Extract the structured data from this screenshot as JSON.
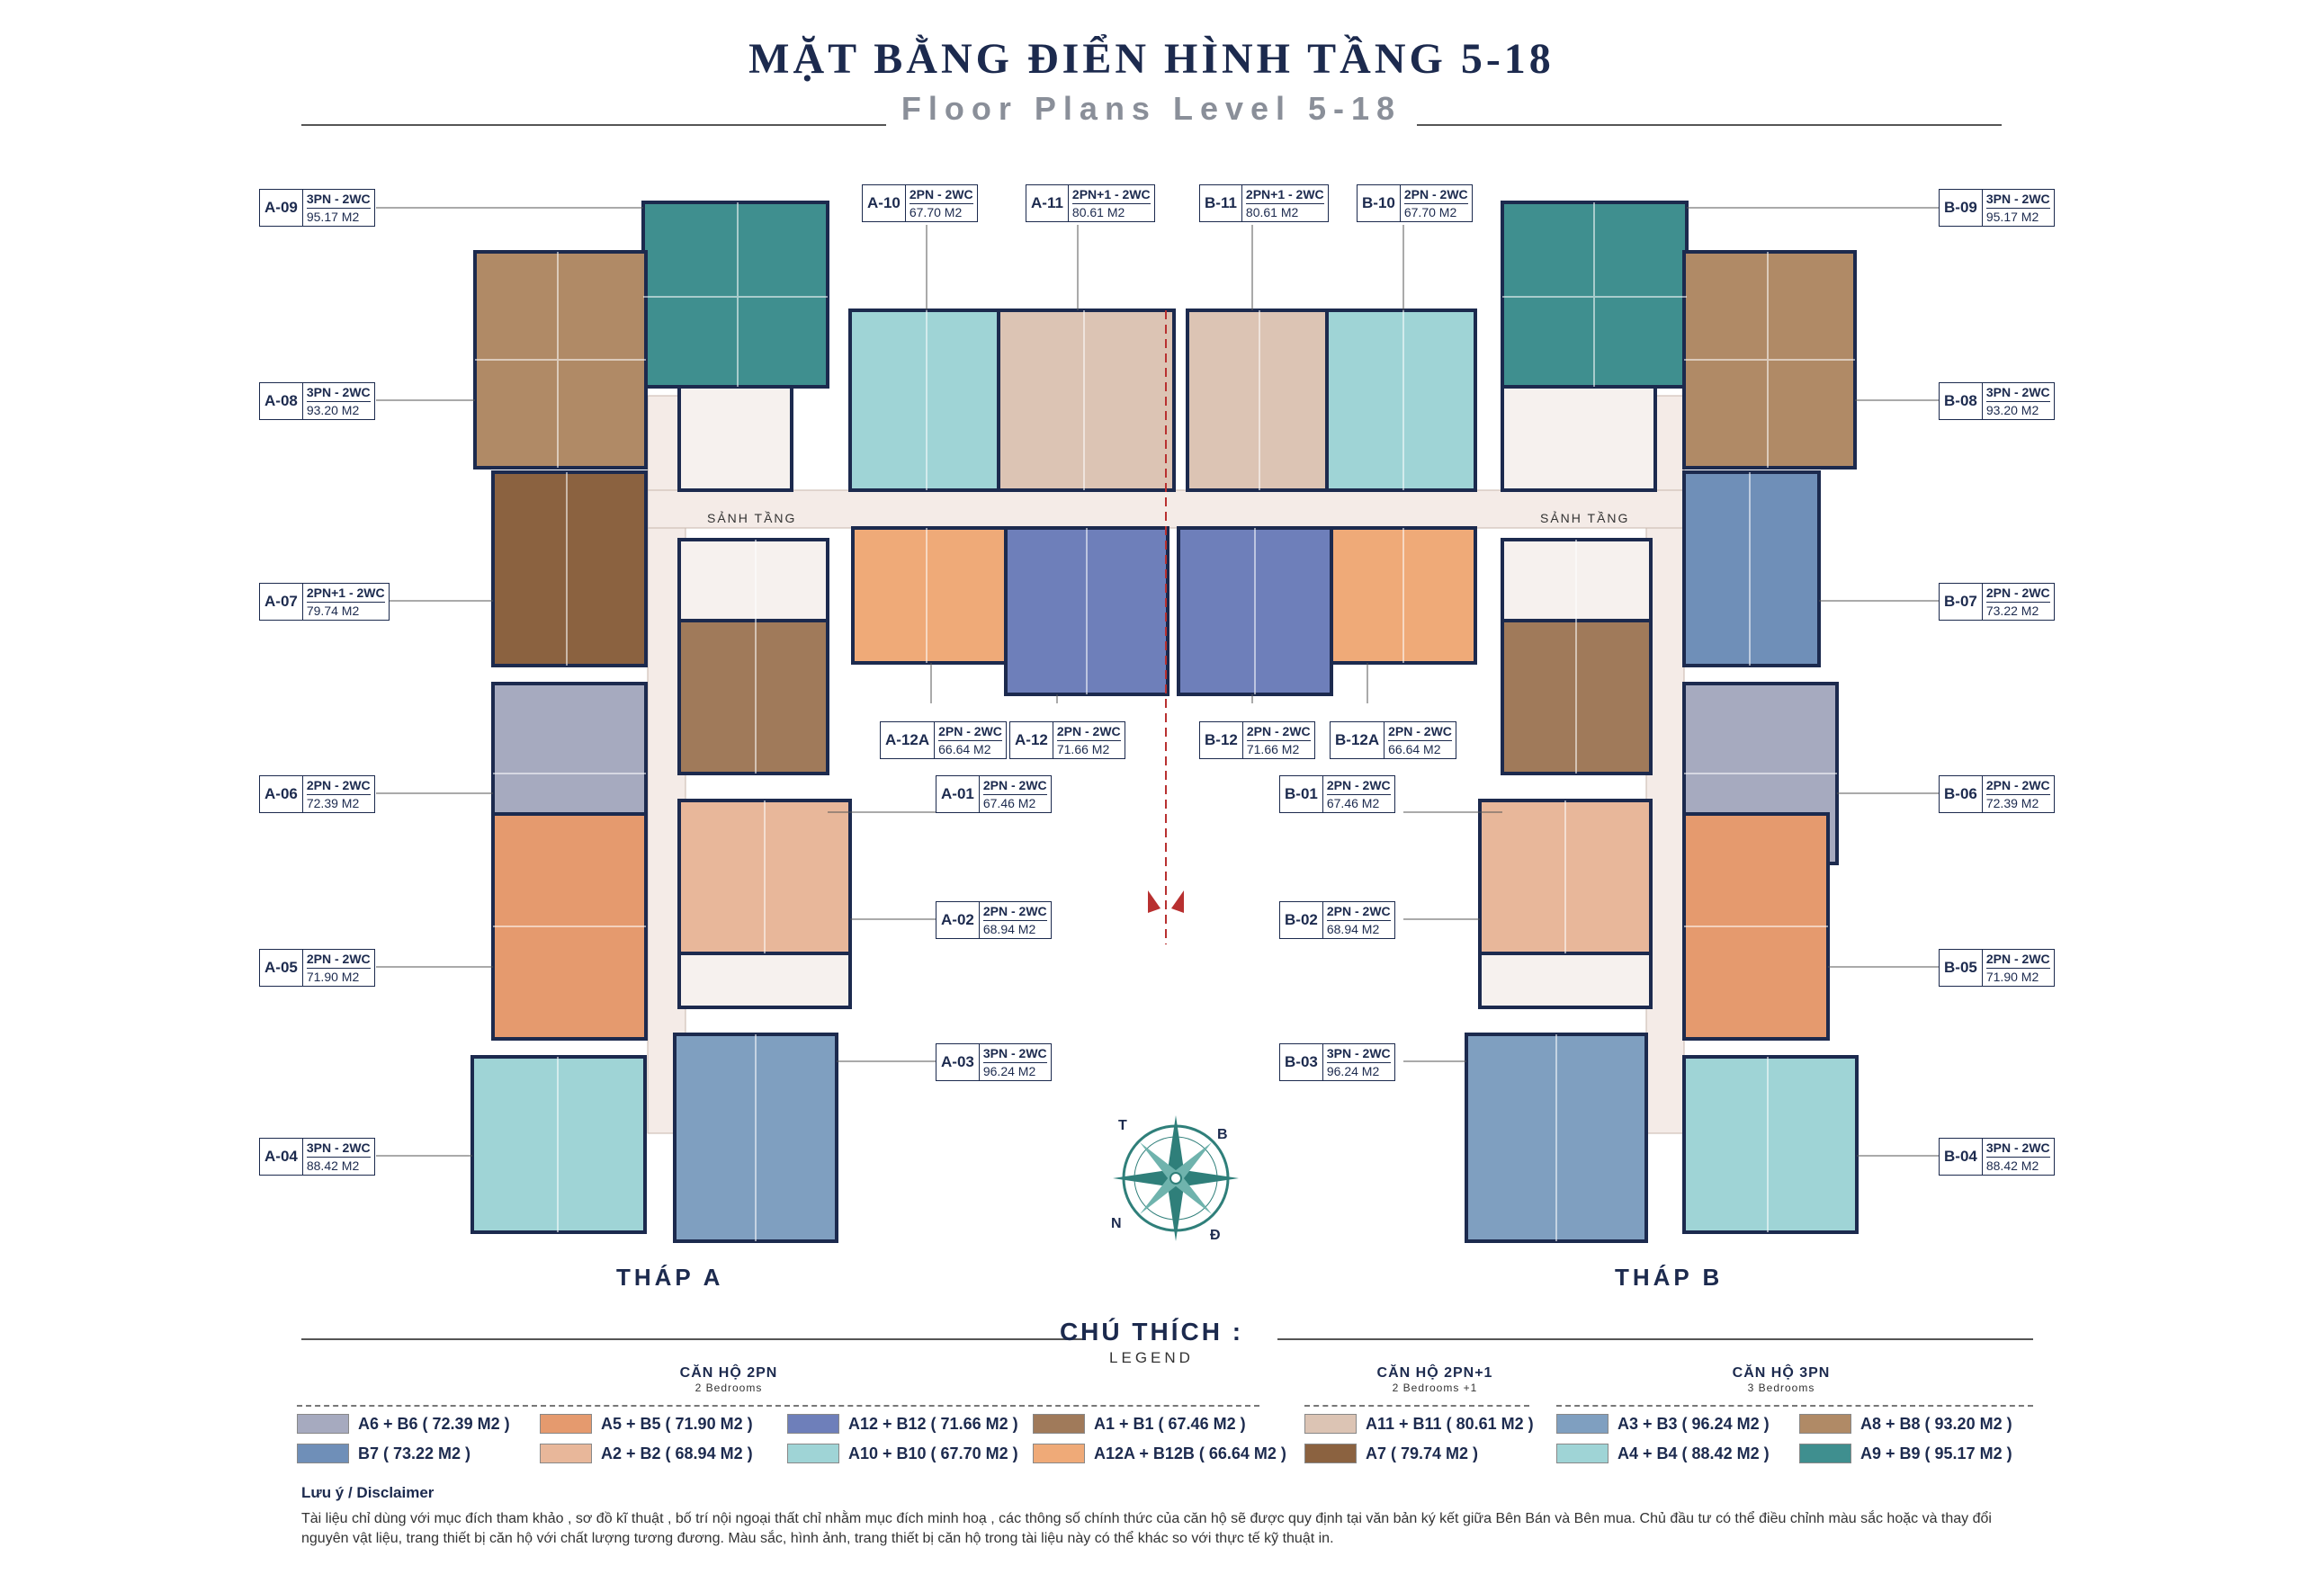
{
  "header": {
    "title": "MẶT BẰNG ĐIỂN HÌNH TẦNG 5-18",
    "subtitle": "Floor Plans Level 5-18"
  },
  "towers": {
    "a": "THÁP A",
    "b": "THÁP B"
  },
  "lobby_label": "SẢNH TẦNG",
  "compass": {
    "t": "T",
    "b": "B",
    "n": "N",
    "d": "Đ"
  },
  "units": [
    {
      "code": "A-09",
      "rooms": "3PN - 2WC",
      "area": "95.17 M2"
    },
    {
      "code": "A-08",
      "rooms": "3PN - 2WC",
      "area": "93.20 M2"
    },
    {
      "code": "A-07",
      "rooms": "2PN+1 - 2WC",
      "area": "79.74 M2"
    },
    {
      "code": "A-06",
      "rooms": "2PN - 2WC",
      "area": "72.39 M2"
    },
    {
      "code": "A-05",
      "rooms": "2PN - 2WC",
      "area": "71.90 M2"
    },
    {
      "code": "A-04",
      "rooms": "3PN - 2WC",
      "area": "88.42 M2"
    },
    {
      "code": "A-10",
      "rooms": "2PN - 2WC",
      "area": "67.70 M2"
    },
    {
      "code": "A-11",
      "rooms": "2PN+1 - 2WC",
      "area": "80.61 M2"
    },
    {
      "code": "B-11",
      "rooms": "2PN+1 - 2WC",
      "area": "80.61 M2"
    },
    {
      "code": "B-10",
      "rooms": "2PN - 2WC",
      "area": "67.70 M2"
    },
    {
      "code": "A-12A",
      "rooms": "2PN - 2WC",
      "area": "66.64 M2"
    },
    {
      "code": "A-12",
      "rooms": "2PN - 2WC",
      "area": "71.66 M2"
    },
    {
      "code": "B-12",
      "rooms": "2PN - 2WC",
      "area": "71.66 M2"
    },
    {
      "code": "B-12A",
      "rooms": "2PN - 2WC",
      "area": "66.64 M2"
    },
    {
      "code": "A-01",
      "rooms": "2PN - 2WC",
      "area": "67.46 M2"
    },
    {
      "code": "A-02",
      "rooms": "2PN - 2WC",
      "area": "68.94 M2"
    },
    {
      "code": "A-03",
      "rooms": "3PN - 2WC",
      "area": "96.24 M2"
    },
    {
      "code": "B-01",
      "rooms": "2PN - 2WC",
      "area": "67.46 M2"
    },
    {
      "code": "B-02",
      "rooms": "2PN - 2WC",
      "area": "68.94 M2"
    },
    {
      "code": "B-03",
      "rooms": "3PN - 2WC",
      "area": "96.24 M2"
    },
    {
      "code": "B-09",
      "rooms": "3PN - 2WC",
      "area": "95.17 M2"
    },
    {
      "code": "B-08",
      "rooms": "3PN - 2WC",
      "area": "93.20 M2"
    },
    {
      "code": "B-07",
      "rooms": "2PN - 2WC",
      "area": "73.22 M2"
    },
    {
      "code": "B-06",
      "rooms": "2PN - 2WC",
      "area": "72.39 M2"
    },
    {
      "code": "B-05",
      "rooms": "2PN - 2WC",
      "area": "71.90 M2"
    },
    {
      "code": "B-04",
      "rooms": "3PN - 2WC",
      "area": "88.42 M2"
    }
  ],
  "colors": {
    "teal_dark": "#3f8f8f",
    "teal_light": "#9fd4d6",
    "tan": "#b08a66",
    "brown": "#8b6240",
    "lavender": "#a6aabf",
    "peach": "#e59a6e",
    "peach_light": "#e8b79a",
    "blue": "#6e7fba",
    "steel": "#7f9fc0",
    "rose": "#d8b9a6",
    "corridor": "#f4ebe7",
    "wall": "#1c2a4e"
  },
  "legend": {
    "title": "CHÚ THÍCH :",
    "subtitle": "LEGEND",
    "groups": [
      {
        "name": "CĂN HỘ 2PN",
        "sub": "2 Bedrooms"
      },
      {
        "name": "CĂN HỘ 2PN+1",
        "sub": "2 Bedrooms +1"
      },
      {
        "name": "CĂN HỘ 3PN",
        "sub": "3 Bedrooms"
      }
    ],
    "items": [
      {
        "label": "A6 + B6 ( 72.39 M2 )",
        "color": "#a6aabf"
      },
      {
        "label": "A5 + B5 ( 71.90 M2 )",
        "color": "#e59a6e"
      },
      {
        "label": "A12 + B12 ( 71.66 M2 )",
        "color": "#6e7fba"
      },
      {
        "label": "A1 + B1 ( 67.46 M2 )",
        "color": "#a07a5a"
      },
      {
        "label": "A11 + B11 ( 80.61 M2 )",
        "color": "#dcc4b4"
      },
      {
        "label": "A3 + B3 ( 96.24 M2 )",
        "color": "#7f9fc0"
      },
      {
        "label": "A8 + B8 ( 93.20 M2 )",
        "color": "#b08a66"
      },
      {
        "label": "B7 ( 73.22 M2 )",
        "color": "#6f8fb8"
      },
      {
        "label": "A2 + B2 ( 68.94 M2 )",
        "color": "#e8b79a"
      },
      {
        "label": "A10 + B10 ( 67.70 M2 )",
        "color": "#9fd4d6"
      },
      {
        "label": "A12A + B12B ( 66.64 M2 )",
        "color": "#efaa78"
      },
      {
        "label": "A7 ( 79.74 M2 )",
        "color": "#8b6240"
      },
      {
        "label": "A4 + B4 ( 88.42 M2 )",
        "color": "#9fd4d6"
      },
      {
        "label": "A9 + B9 ( 95.17 M2 )",
        "color": "#3f8f8f"
      }
    ]
  },
  "disclaimer": {
    "heading": "Lưu ý / Disclaimer",
    "text": "Tài liệu chỉ dùng với mục đích tham khảo , sơ đồ kĩ thuật , bố trí nội ngoại thất chỉ nhằm mục đích minh hoạ , các thông số chính thức của căn hộ sẽ được quy định tại văn bản ký kết giữa Bên Bán và Bên mua. Chủ đầu tư có thể điều chỉnh màu sắc hoặc và thay đổi nguyên vật liệu, trang thiết bị căn hộ với chất lượng tương đương. Màu sắc, hình ảnh, trang thiết bị căn hộ trong tài liệu này có thể khác so với thực tế kỹ thuật in."
  }
}
